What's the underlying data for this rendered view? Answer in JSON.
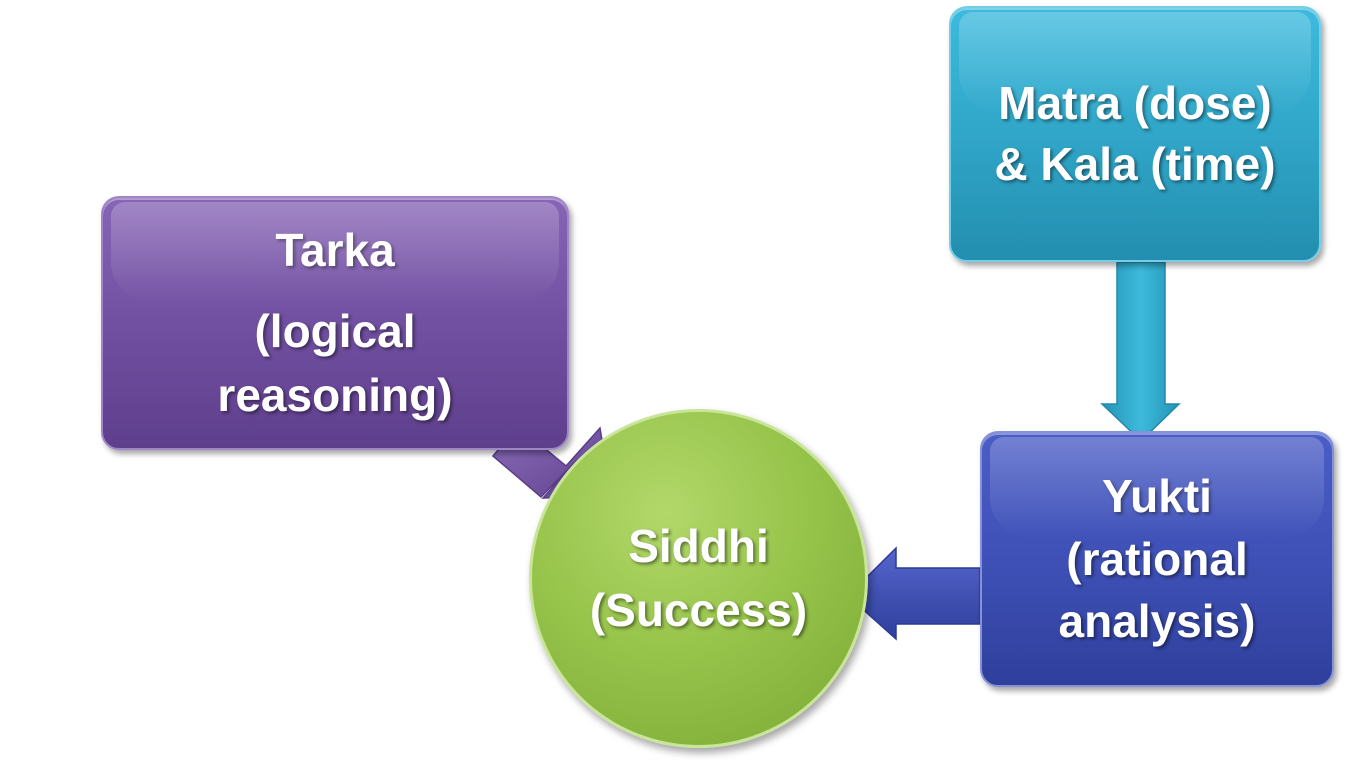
{
  "nodes": {
    "tarka": {
      "title": "Tarka",
      "subtitle_line1": "(logical",
      "subtitle_line2": "reasoning)"
    },
    "matra": {
      "line1": "Matra (dose)",
      "line2": "& Kala (time)"
    },
    "yukti": {
      "line1": "Yukti",
      "line2": "(rational",
      "line3": "analysis)"
    },
    "siddhi": {
      "line1": "Siddhi",
      "line2": "(Success)"
    }
  },
  "colors": {
    "tarka": "#7452a6",
    "matra": "#2fa4c6",
    "yukti": "#3d4fb4",
    "siddhi": "#8fbf45",
    "arrow_tarka": "#6e4d9e",
    "arrow_matra": "#2a9fbf",
    "arrow_yukti": "#3c4bb1"
  }
}
